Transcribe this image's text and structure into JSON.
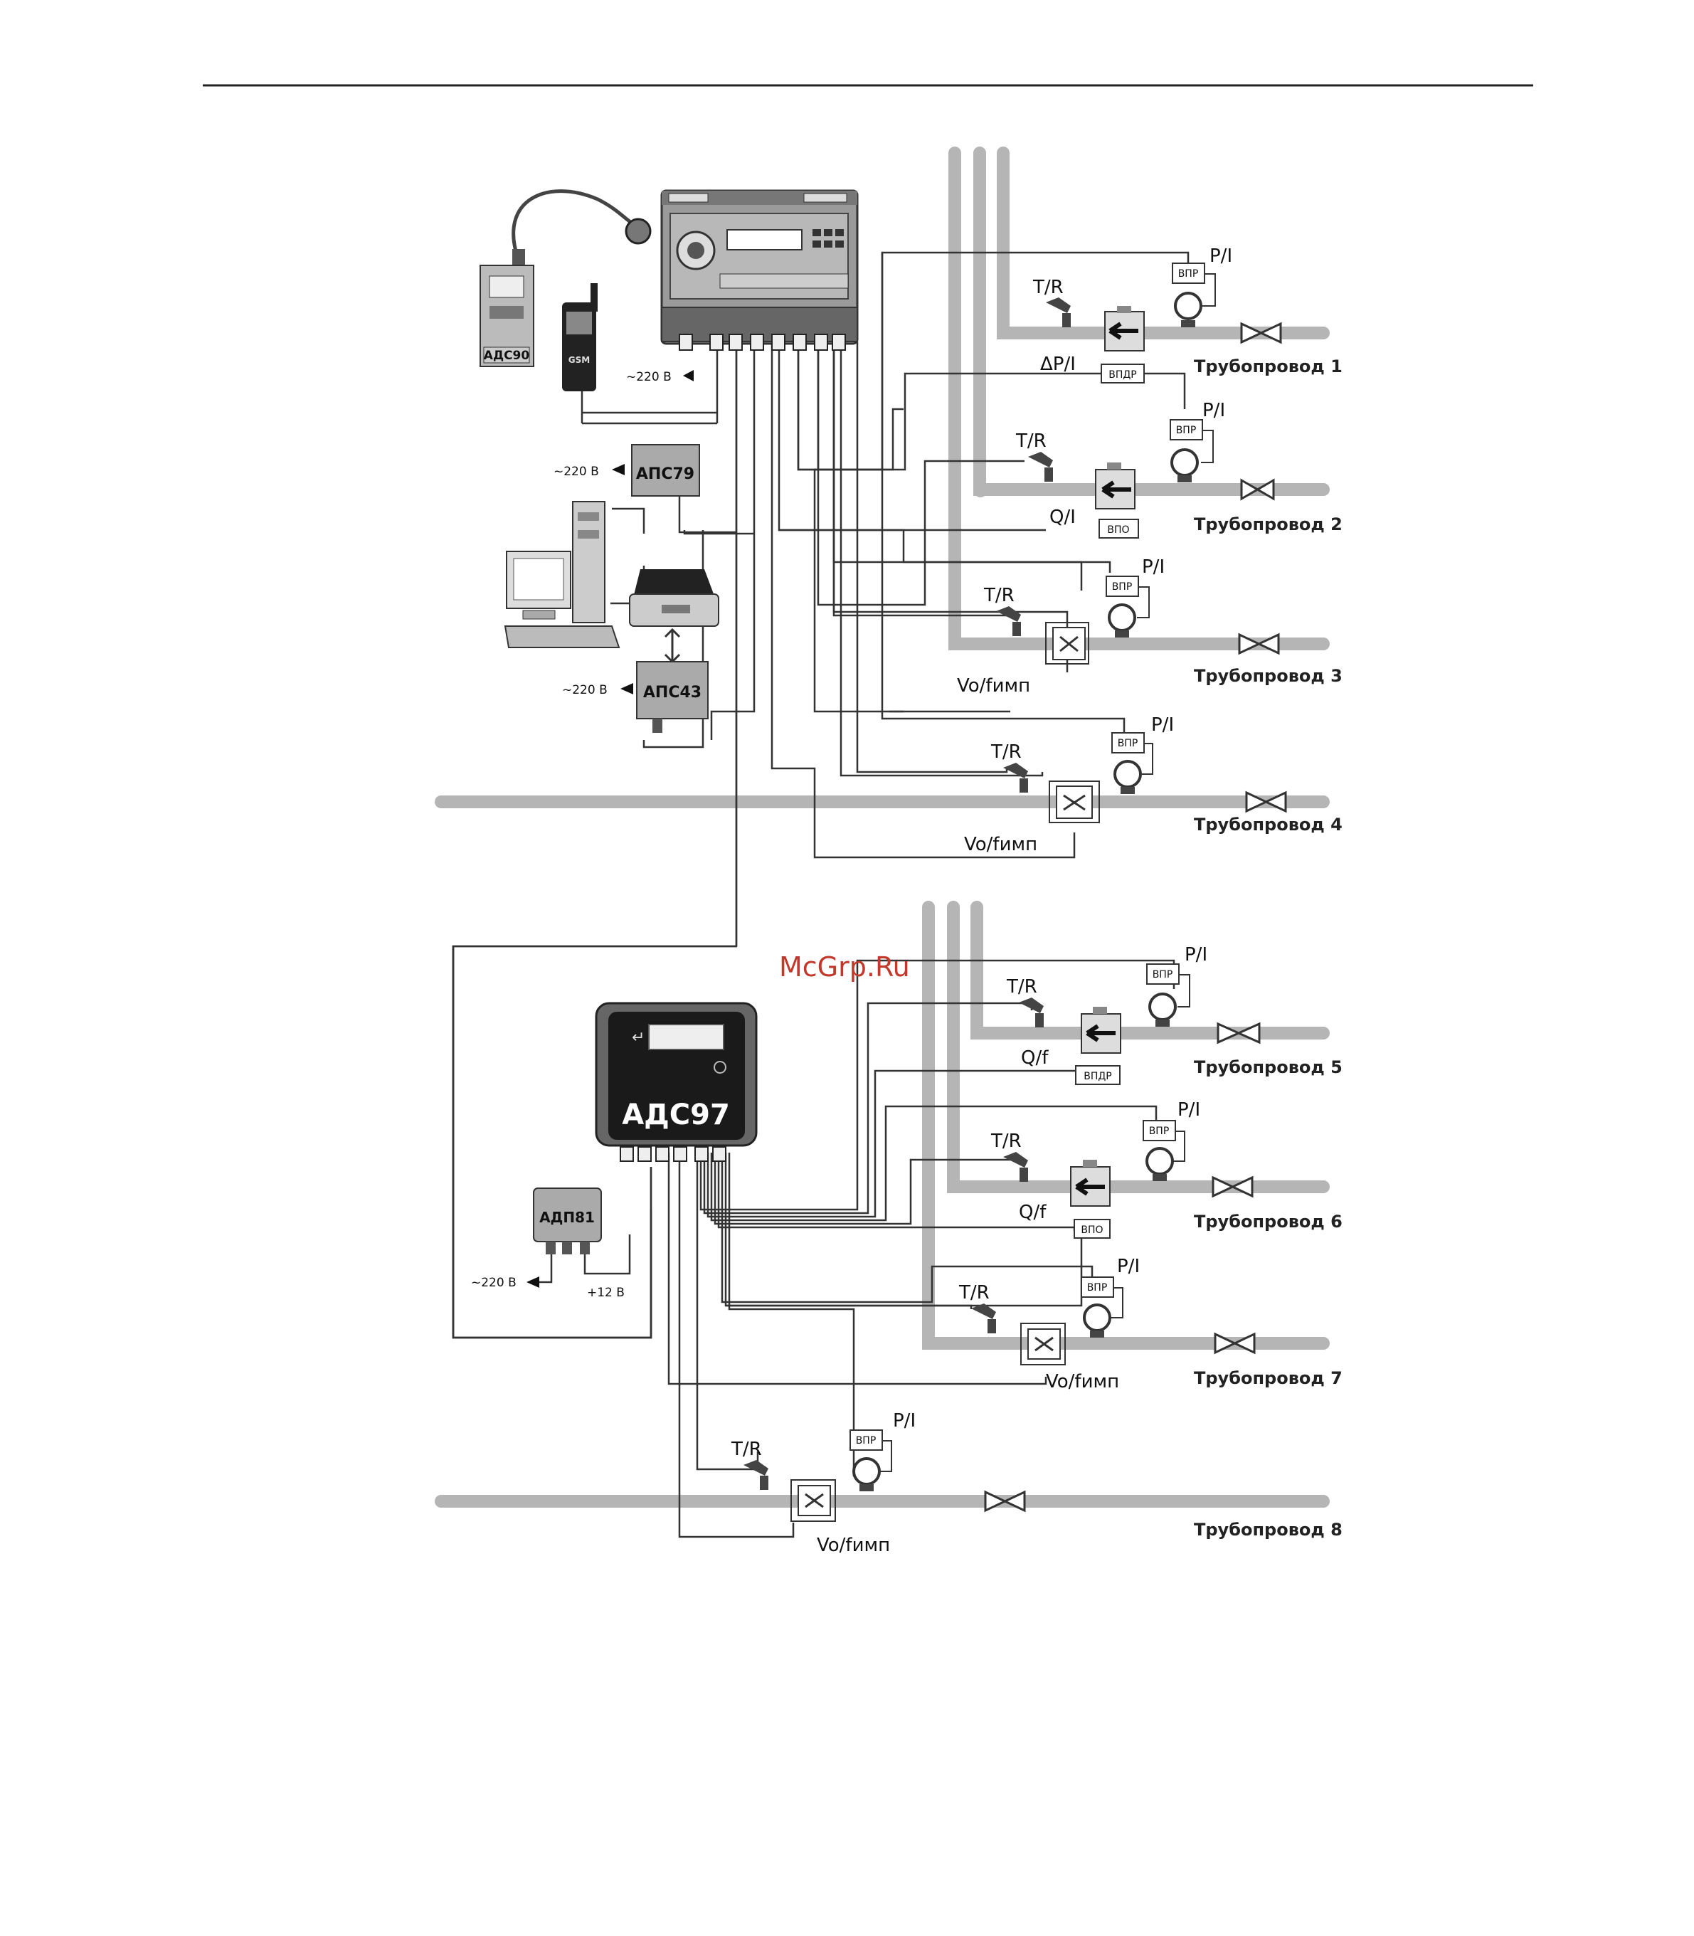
{
  "watermark": "McGrp.Ru",
  "devices": {
    "ads90": "АДС90",
    "gsm": "GSM",
    "aps79": "АПС79",
    "aps43": "АПС43",
    "ads97": "АДС97",
    "adp81": "АДП81"
  },
  "power": {
    "v220": "~220 В",
    "v12": "+12 В"
  },
  "pipelines": [
    "Трубопровод 1",
    "Трубопровод 2",
    "Трубопровод 3",
    "Трубопровод 4",
    "Трубопровод 5",
    "Трубопровод 6",
    "Трубопровод 7",
    "Трубопровод 8"
  ],
  "signals": {
    "tr": "T/R",
    "pi": "P/I",
    "dpi": "ΔP/I",
    "qi": "Q/I",
    "qf": "Q/f",
    "vo": "Vo/fимп"
  },
  "boxes": {
    "vpr": "ВПР",
    "vpdr": "ВПДР",
    "vpo": "ВПО"
  }
}
